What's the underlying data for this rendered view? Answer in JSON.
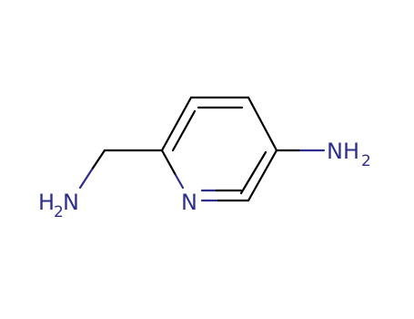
{
  "molecule": {
    "atoms": {
      "ring_n": {
        "symbol": "N"
      },
      "amine_right": {
        "symbol": "NH",
        "subscript": "2"
      },
      "amine_left": {
        "symbol": "H",
        "subscript": "2",
        "suffix": "N"
      }
    },
    "colors": {
      "bond": "#000000",
      "heteroatom": "#2e2e8c"
    }
  }
}
